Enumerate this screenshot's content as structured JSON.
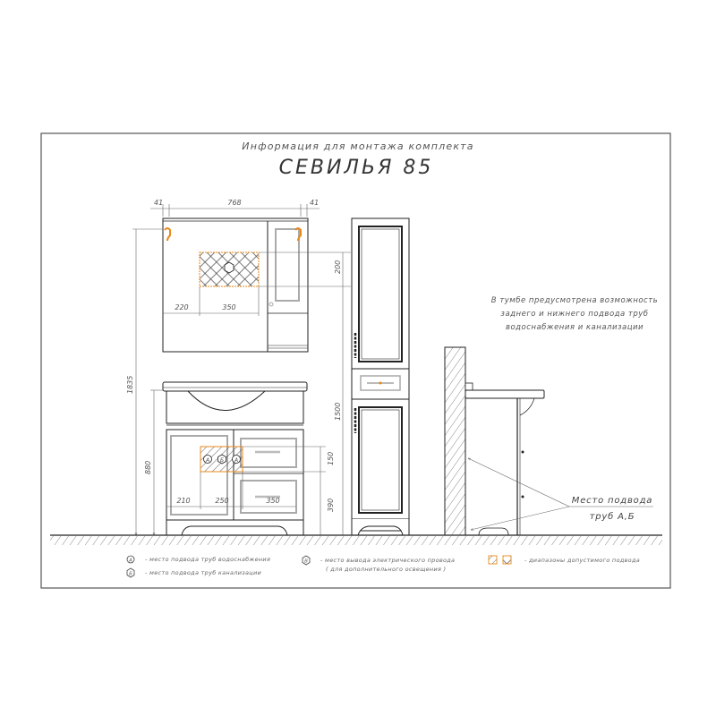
{
  "header": {
    "subtitle": "Информация для монтажа комплекта",
    "title": "СЕВИЛЬЯ 85"
  },
  "mirror": {
    "dims": {
      "left_margin": "41",
      "width": "768",
      "right_margin": "41",
      "zone_offset": "220",
      "zone_width": "350",
      "zone_height": "200"
    }
  },
  "vanity": {
    "dims": {
      "total_height": "1835",
      "height": "880",
      "offset1": "210",
      "offset2": "250",
      "drawer_width": "350",
      "zone_height": "150",
      "zone_bottom": "390"
    },
    "markers": [
      "А",
      "Б",
      "А"
    ]
  },
  "column": {
    "dims": {
      "height": "1500"
    }
  },
  "note": {
    "lines": [
      "В тумбе предусмотрена возможность",
      "заднего и нижнего подвода труб",
      "водоснабжения и канализации"
    ]
  },
  "side_view": {
    "label_line1": "Место подвода",
    "label_line2": "труб А,Б"
  },
  "legend": {
    "items": [
      {
        "marker": "А",
        "text": "- место подвода труб водоснабжения"
      },
      {
        "marker": "Б",
        "text": "- место подвода труб канализации"
      },
      {
        "marker": "В",
        "text": "- место вывода электрического провода",
        "text2": "( для дополнительного освещения )"
      },
      {
        "marker": "hatch",
        "text": "- диапазоны допустимого подвода"
      }
    ]
  },
  "colors": {
    "accent": "#e8891c",
    "line": "#222222",
    "dim_line": "#666666"
  }
}
